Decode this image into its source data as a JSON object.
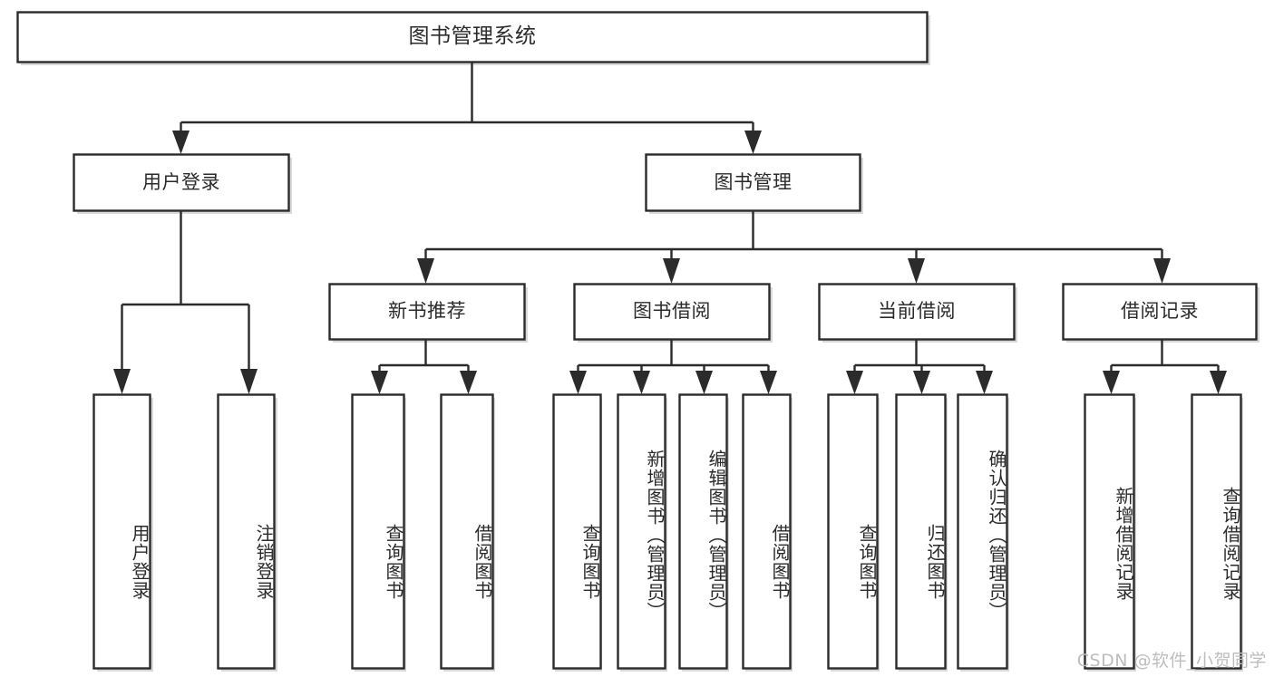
{
  "diagram": {
    "title": "图书管理系统",
    "type": "hierarchy-tree",
    "watermark": "CSDN @软件_小贺同学",
    "colors": {
      "stroke": "#2b2b2b",
      "fill": "#ffffff",
      "text": "#2b2b2b",
      "watermark": "#bdbdbd",
      "background": "#ffffff"
    },
    "root": {
      "label": "图书管理系统",
      "orientation": "horizontal"
    },
    "level2": [
      {
        "label": "用户登录",
        "orientation": "horizontal"
      },
      {
        "label": "图书管理",
        "orientation": "horizontal"
      }
    ],
    "level3": [
      {
        "label": "新书推荐",
        "orientation": "horizontal"
      },
      {
        "label": "图书借阅",
        "orientation": "horizontal"
      },
      {
        "label": "当前借阅",
        "orientation": "horizontal"
      },
      {
        "label": "借阅记录",
        "orientation": "horizontal"
      }
    ],
    "leaves": {
      "user_login": [
        {
          "label": "用户登录",
          "orientation": "vertical"
        },
        {
          "label": "注销登录",
          "orientation": "vertical"
        }
      ],
      "new_book_recommend": [
        {
          "label": "查询图书",
          "orientation": "vertical"
        },
        {
          "label": "借阅图书",
          "orientation": "vertical"
        }
      ],
      "book_borrow": [
        {
          "label": "查询图书",
          "orientation": "vertical"
        },
        {
          "label": "新增图书（管理员）",
          "orientation": "vertical"
        },
        {
          "label": "编辑图书（管理员）",
          "orientation": "vertical"
        },
        {
          "label": "借阅图书",
          "orientation": "vertical"
        }
      ],
      "current_borrow": [
        {
          "label": "查询图书",
          "orientation": "vertical"
        },
        {
          "label": "归还图书",
          "orientation": "vertical"
        },
        {
          "label": "确认归还（管理员）",
          "orientation": "vertical"
        }
      ],
      "borrow_record": [
        {
          "label": "新增借阅记录",
          "orientation": "vertical"
        },
        {
          "label": "查询借阅记录",
          "orientation": "vertical"
        }
      ]
    }
  }
}
